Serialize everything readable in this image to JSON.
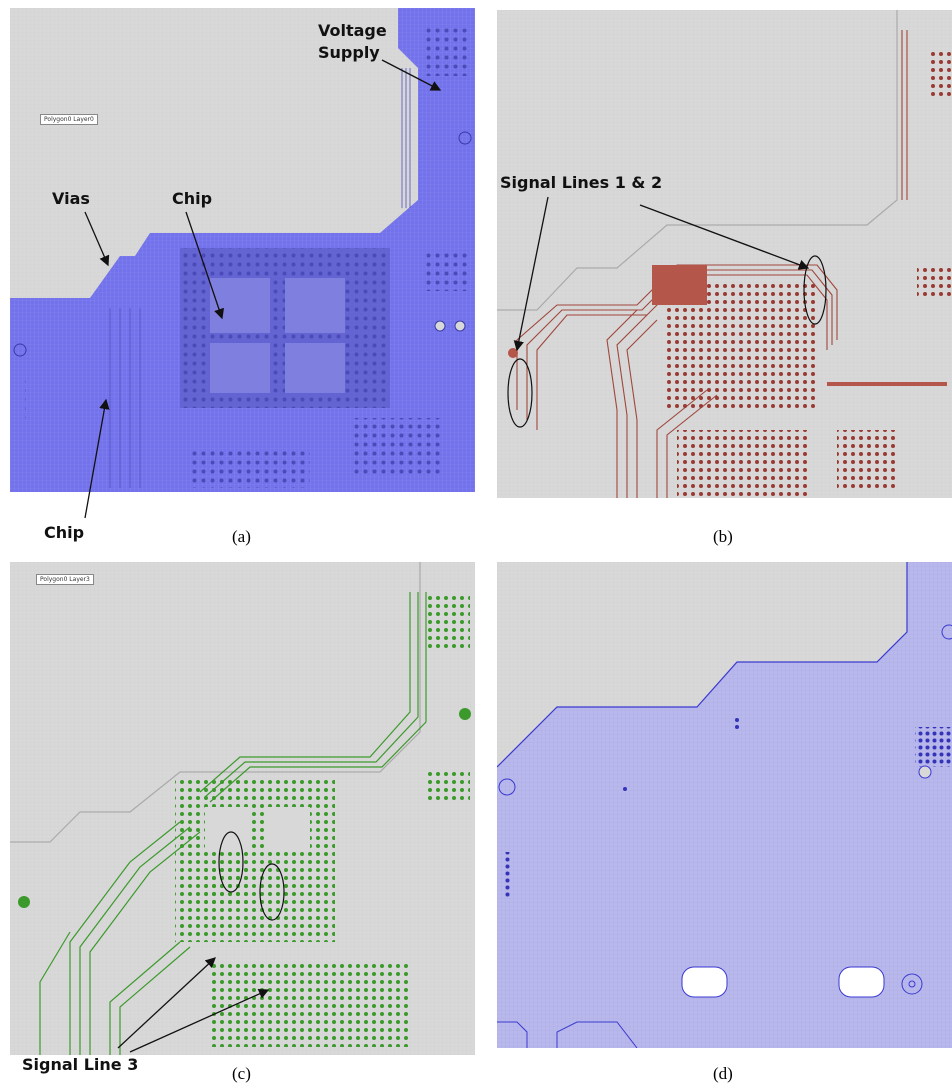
{
  "panels": [
    {
      "caption": "(a)",
      "tag": "Polygon0 Layer0",
      "color": "#6e6ee6"
    },
    {
      "caption": "(b)",
      "tag": "",
      "color": "#a0463c"
    },
    {
      "caption": "(c)",
      "tag": "Polygon0 Layer3",
      "color": "#3c9a2c"
    },
    {
      "caption": "(d)",
      "tag": "",
      "color": "#8a8ae0"
    }
  ],
  "annotations": {
    "voltage_line1": "Voltage",
    "voltage_line2": "Supply",
    "vias": "Vias",
    "chip_upper": "Chip",
    "chip_lower": "Chip",
    "signal_lines_12": "Signal Lines 1 & 2",
    "signal_line_3": "Signal Line 3"
  }
}
